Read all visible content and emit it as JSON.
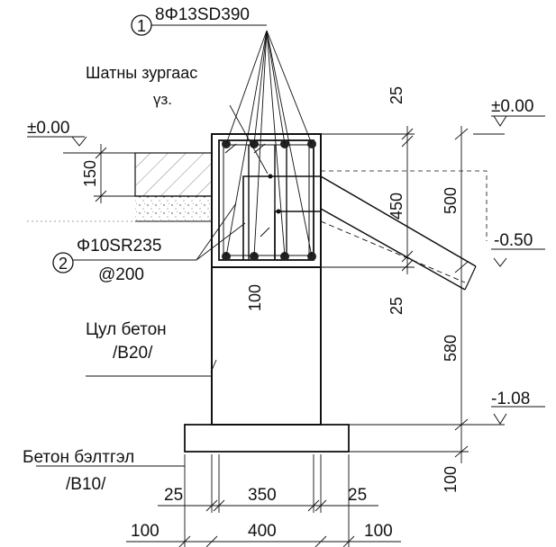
{
  "labels": {
    "rebar_main_tag": "1",
    "rebar_main": "8Φ13SD390",
    "rebar_stirrup_tag": "2",
    "rebar_stirrup": "Φ10SR235",
    "rebar_stirrup_spacing": "@200",
    "stirrup_caption_1": "Шатны зургаас",
    "stirrup_caption_2": "үз.",
    "plinth_concrete": "Цул бетон",
    "plinth_concrete_class": "/B20/",
    "prep_concrete": "Бетон бэлтгэл",
    "prep_concrete_class": "/B10/"
  },
  "levels": {
    "top_left": "±0.00",
    "top_right": "±0.00",
    "step": "-0.50",
    "bottom": "-1.08"
  },
  "dimensions": {
    "slab": "150",
    "cover_top": "25",
    "beam_inner": "450",
    "beam_total": "500",
    "cover_bottom": "25",
    "plinth_height": "580",
    "prep_height": "100",
    "inner_100": "100",
    "width_left_cover": "25",
    "width_inner": "350",
    "width_right_cover": "25",
    "width_left_offset": "100",
    "width_total": "400",
    "width_right_offset": "100"
  },
  "colors": {
    "line": "#111111",
    "background": "#ffffff"
  }
}
